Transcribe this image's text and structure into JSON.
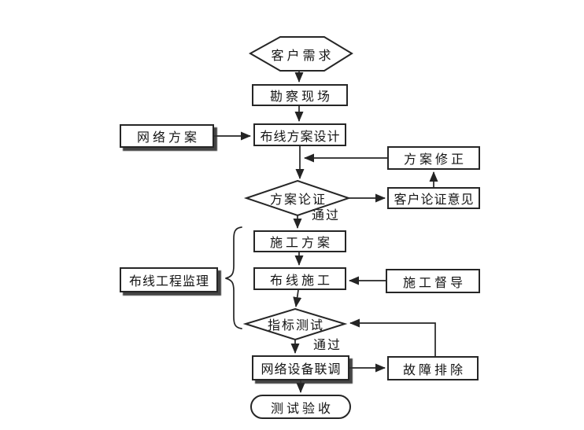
{
  "diagram": {
    "colors": {
      "background": "#ffffff",
      "line": "#242424",
      "text": "#141414",
      "shadow": "#303030"
    },
    "nodes": {
      "customer_demand": "客户需求",
      "site_survey": "勘察现场",
      "network_plan": "网络方案",
      "wiring_design": "布线方案设计",
      "plan_revision": "方案修正",
      "plan_review": "方案论证",
      "customer_review_opinion": "客户论证意见",
      "construction_plan": "施工方案",
      "wiring_construction": "布线施工",
      "wiring_supervision": "布线工程监理",
      "construction_supervision": "施工督导",
      "index_test": "指标测试",
      "network_device_debug": "网络设备联调",
      "troubleshooting": "故障排除",
      "test_acceptance": "测试验收"
    },
    "edge_labels": {
      "pass1": "通过",
      "pass2": "通过"
    }
  }
}
